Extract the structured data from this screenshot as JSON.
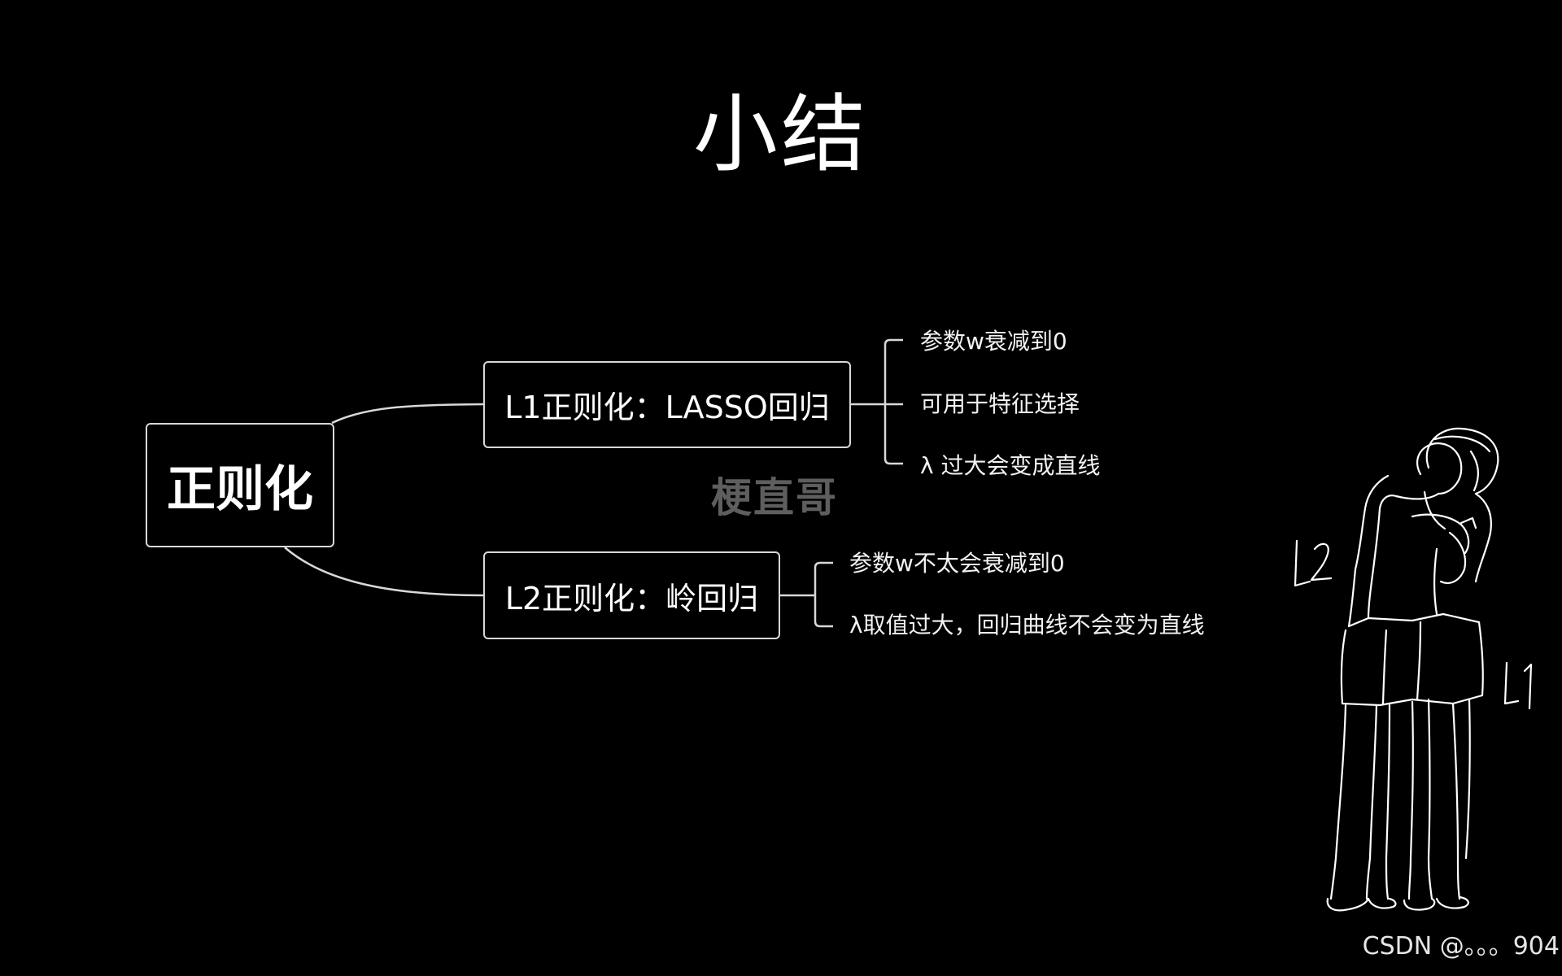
{
  "title": "小结",
  "root": {
    "label": "正则化"
  },
  "branches": [
    {
      "label": "L1正则化：LASSO回归",
      "leaves": [
        "参数w衰减到0",
        "可用于特征选择",
        "λ 过大会变成直线"
      ]
    },
    {
      "label": "L2正则化：岭回归",
      "leaves": [
        "参数w不太会衰减到0",
        "λ取值过大，回归曲线不会变为直线"
      ]
    }
  ],
  "watermark": "梗直哥",
  "sketch_labels": {
    "left": "L2",
    "right": "L1"
  },
  "credit": "CSDN @。。。904",
  "colors": {
    "background": "#000000",
    "foreground": "#ffffff",
    "node_border": "#d8d8d8",
    "watermark": "#5e5e5e"
  }
}
